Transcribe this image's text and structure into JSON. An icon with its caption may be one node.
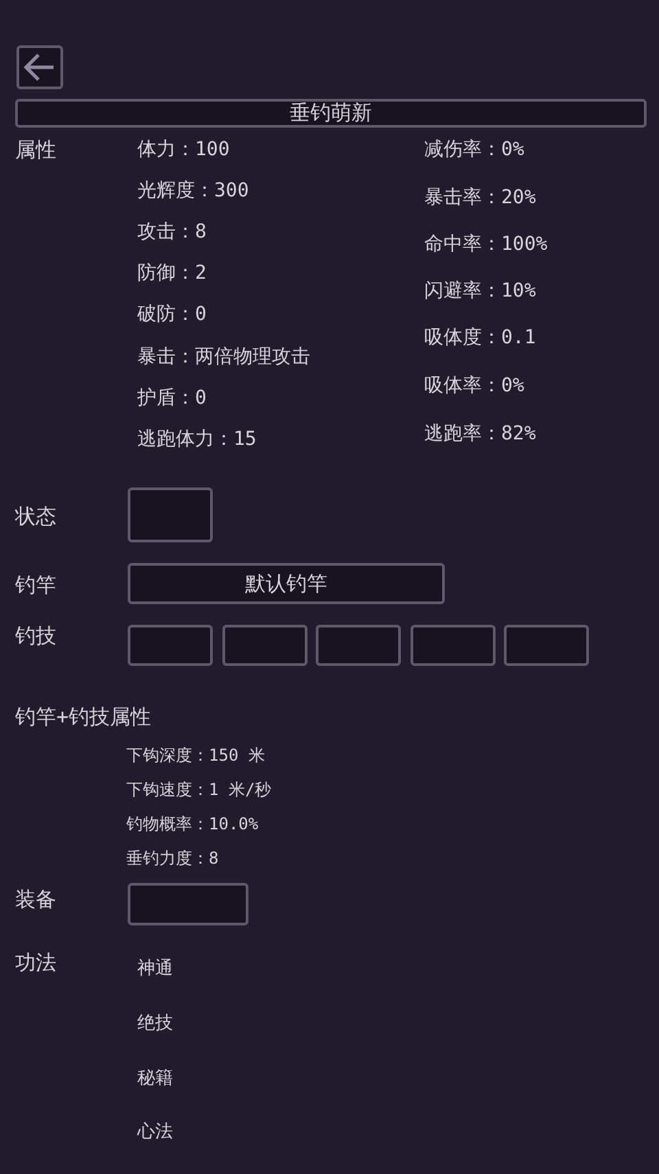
{
  "diagram": {
    "nodes": [
      {
        "text": [
          "垂钓萌新"
        ]
      },
      {
        "text": [],
        "shape": "box"
      },
      {
        "text": [
          "默认钓竿"
        ]
      },
      {
        "text": [],
        "shape": "box"
      },
      {
        "text": [],
        "shape": "box"
      },
      {
        "text": [],
        "shape": "box"
      },
      {
        "text": [],
        "shape": "box"
      },
      {
        "text": [],
        "shape": "box"
      },
      {
        "text": [],
        "shape": "box"
      }
    ],
    "labels": [
      "属性",
      "体力：100",
      "减伤率：0%",
      "光辉度：300",
      "暴击率：20%",
      "攻击：8",
      "命中率：100%",
      "防御：2",
      "闪避率：10%",
      "破防：0",
      "吸体度：0.1",
      "暴击：两倍物理攻击",
      "吸体率：0%",
      "护盾：0",
      "逃跑体力：15",
      "逃跑率：82%",
      "状态",
      "钓竿",
      "钓技",
      "钓竿+钓技属性",
      "下钩深度：150 米",
      "下钩速度：1 米/秒",
      "钓物概率：10.0%",
      "垂钓力度：8",
      "装备",
      "功法",
      "神通",
      "绝技",
      "秘籍",
      "心法"
    ]
  }
}
